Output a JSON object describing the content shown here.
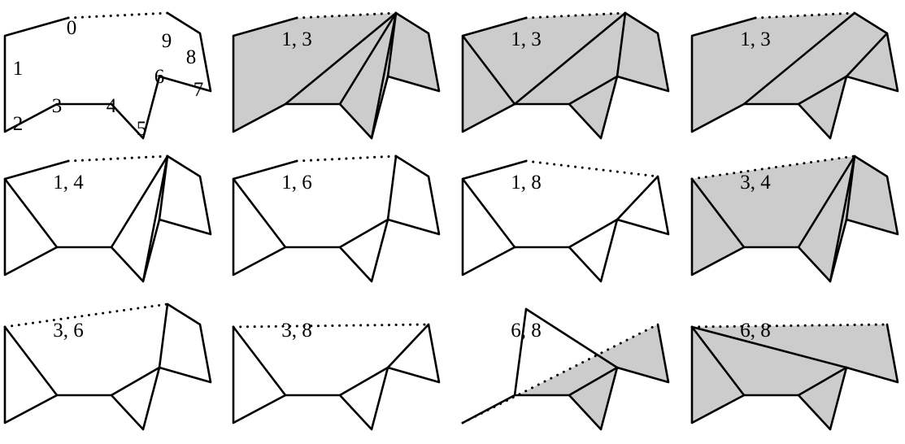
{
  "colors": {
    "shaded": "#cccccc",
    "background": "#ffffff",
    "stroke": "#000000"
  },
  "vertex_labels": [
    "0",
    "1",
    "2",
    "3",
    "4",
    "5",
    "6",
    "7",
    "8",
    "9"
  ],
  "panels": [
    {
      "label": "",
      "shaded": false,
      "cut": [
        0,
        9
      ],
      "diagonals": []
    },
    {
      "label": "1, 3",
      "shaded": true,
      "cut": [
        0,
        9
      ],
      "diagonals": [
        [
          3,
          9
        ],
        [
          4,
          9
        ],
        [
          5,
          9
        ],
        [
          6,
          9
        ]
      ]
    },
    {
      "label": "1, 3",
      "shaded": true,
      "cut": [
        0,
        9
      ],
      "diagonals": [
        [
          1,
          3
        ],
        [
          3,
          9
        ],
        [
          4,
          6
        ],
        [
          6,
          9
        ]
      ]
    },
    {
      "label": "1, 3",
      "shaded": true,
      "cut": [
        0,
        9
      ],
      "diagonals": [
        [
          3,
          9
        ],
        [
          4,
          6
        ],
        [
          6,
          8
        ]
      ]
    },
    {
      "label": "1, 4",
      "shaded": false,
      "cut": [
        0,
        9
      ],
      "diagonals": [
        [
          1,
          3
        ],
        [
          4,
          9
        ],
        [
          5,
          9
        ],
        [
          6,
          9
        ]
      ]
    },
    {
      "label": "1, 6",
      "shaded": false,
      "cut": [
        0,
        9
      ],
      "diagonals": [
        [
          1,
          3
        ],
        [
          4,
          6
        ],
        [
          6,
          9
        ]
      ]
    },
    {
      "label": "1, 8",
      "shaded": false,
      "cut": [
        0,
        8
      ],
      "diagonals": [
        [
          1,
          3
        ],
        [
          4,
          6
        ],
        [
          6,
          8
        ]
      ]
    },
    {
      "label": "3, 4",
      "shaded": true,
      "cut": [
        1,
        9
      ],
      "diagonals": [
        [
          1,
          3
        ],
        [
          4,
          9
        ],
        [
          5,
          9
        ],
        [
          6,
          9
        ]
      ]
    },
    {
      "label": "3, 6",
      "shaded": false,
      "cut": [
        1,
        9
      ],
      "diagonals": [
        [
          1,
          3
        ],
        [
          4,
          6
        ],
        [
          6,
          9
        ]
      ]
    },
    {
      "label": "3, 8",
      "shaded": false,
      "cut": [
        1,
        8
      ],
      "diagonals": [
        [
          1,
          3
        ],
        [
          4,
          6
        ],
        [
          6,
          8
        ]
      ]
    },
    {
      "label": "6, 8",
      "shaded": true,
      "cut": [
        2,
        8
      ],
      "diagonals": [
        [
          0,
          6
        ],
        [
          0,
          3
        ],
        [
          4,
          6
        ]
      ]
    },
    {
      "label": "6, 8",
      "shaded": true,
      "cut": [
        1,
        8
      ],
      "diagonals": [
        [
          1,
          3
        ],
        [
          1,
          6
        ],
        [
          4,
          6
        ]
      ]
    }
  ]
}
